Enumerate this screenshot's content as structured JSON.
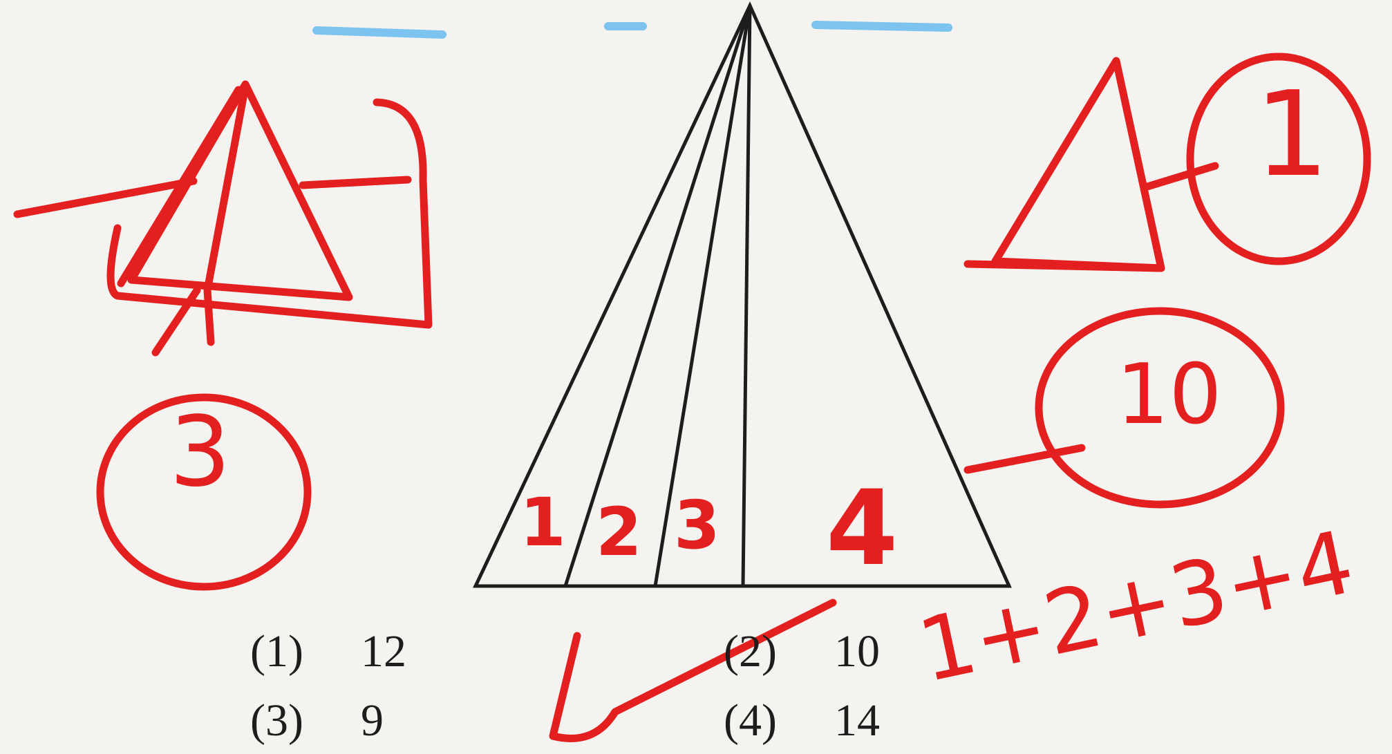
{
  "question": {
    "options": [
      {
        "number": "(1)",
        "value": "12"
      },
      {
        "number": "(2)",
        "value": "10"
      },
      {
        "number": "(3)",
        "value": "9"
      },
      {
        "number": "(4)",
        "value": "14"
      }
    ]
  },
  "annotations": {
    "region_labels": [
      "1",
      "2",
      "3",
      "4"
    ],
    "left_count": "3",
    "right_count_single": "1",
    "right_total": "10",
    "sum_expression": "1+2+3+4",
    "colors": {
      "ink": "#e41f1f",
      "highlight": "#7cc4ef",
      "print": "#1d1d1d"
    }
  }
}
